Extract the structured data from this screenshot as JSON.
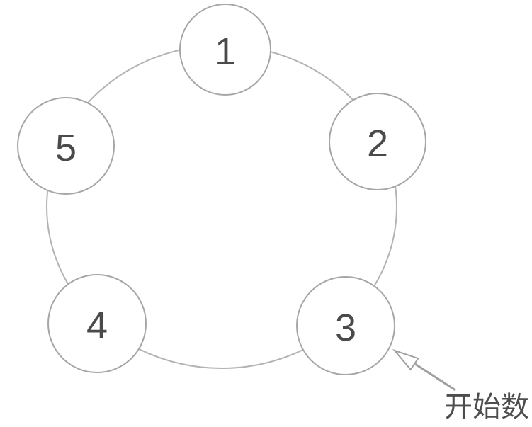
{
  "page": {
    "background_color": "#ffffff"
  },
  "diagram": {
    "type": "ring-of-numbered-nodes",
    "node_count": 5,
    "nodes": [
      {
        "label": "1"
      },
      {
        "label": "2"
      },
      {
        "label": "3"
      },
      {
        "label": "4"
      },
      {
        "label": "5"
      }
    ],
    "annotation": {
      "label": "开始数",
      "points_to_node": "3"
    },
    "colors": {
      "ring_stroke": "#b3b3b3",
      "node_stroke": "#a6a6a6",
      "node_fill": "#ffffff",
      "number_text": "#4a4a4a",
      "arrow": "#a0a0a0",
      "annotation_text": "#4d4d4d"
    }
  }
}
